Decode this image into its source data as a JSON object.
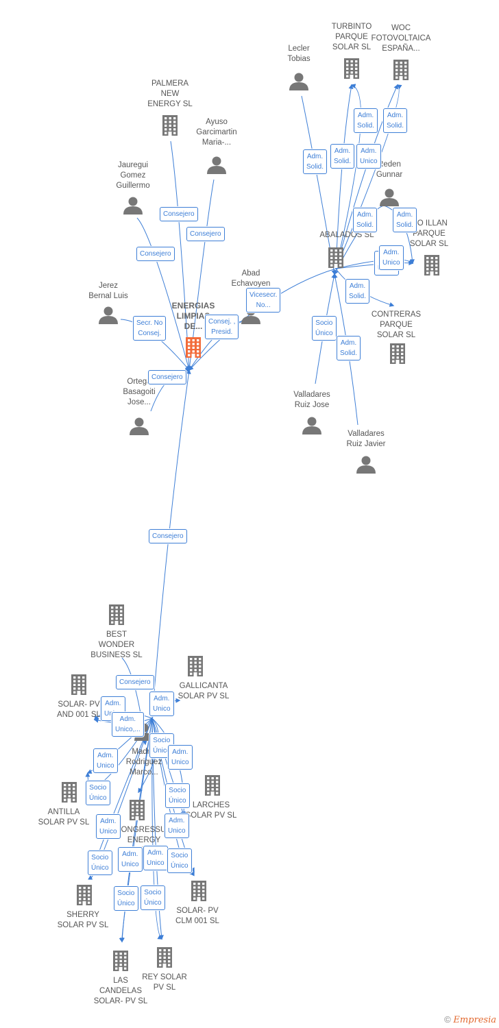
{
  "colors": {
    "edge": "#3d7ed6",
    "company": "#777777",
    "main_company": "#f26b3a",
    "person": "#777777"
  },
  "footer": {
    "copyright": "©",
    "brand": "Empresia"
  },
  "nodes": [
    {
      "id": "energias",
      "kind": "company",
      "main": true,
      "label": "ENERGIAS\nLIMPIAS\nDE..."
    },
    {
      "id": "palmera",
      "kind": "company",
      "label": "PALMERA\nNEW\nENERGY  SL"
    },
    {
      "id": "ayuso",
      "kind": "person",
      "label": "Ayuso\nGarcimartin\nMaria-..."
    },
    {
      "id": "jauregui",
      "kind": "person",
      "label": "Jauregui\nGomez\nGuillermo"
    },
    {
      "id": "jerez",
      "kind": "person",
      "label": "Jerez\nBernal Luis"
    },
    {
      "id": "abad",
      "kind": "person",
      "label": "Abad\nEchavoyen\nJ..."
    },
    {
      "id": "ortega",
      "kind": "person",
      "label": "Ortega\nBasagoiti\nJose..."
    },
    {
      "id": "lecler",
      "kind": "person",
      "label": "Lecler\nTobias"
    },
    {
      "id": "turbinto",
      "kind": "company",
      "label": "TURBINTO\nPARQUE\nSOLAR SL"
    },
    {
      "id": "woc",
      "kind": "company",
      "label": "WOC\nFOTOVOLTAICA\nESPAÑA..."
    },
    {
      "id": "reden",
      "kind": "person",
      "label": "Reden\nGunnar"
    },
    {
      "id": "abalados",
      "kind": "company",
      "label": "ABALADOS SL"
    },
    {
      "id": "illan",
      "kind": "company",
      "label": "...O ILLAN\nPARQUE\nSOLAR SL"
    },
    {
      "id": "contreras",
      "kind": "company",
      "label": "CONTRERAS\nPARQUE\nSOLAR SL"
    },
    {
      "id": "vjose",
      "kind": "person",
      "label": "Valladares\nRuiz Jose"
    },
    {
      "id": "vjavier",
      "kind": "person",
      "label": "Valladares\nRuiz Javier"
    },
    {
      "id": "best",
      "kind": "company",
      "label": "BEST\nWONDER\nBUSINESS SL"
    },
    {
      "id": "gallicanta",
      "kind": "company",
      "label": "GALLICANTA\nSOLAR PV  SL"
    },
    {
      "id": "solarand",
      "kind": "company",
      "label": "SOLAR- PV\nAND 001  SL"
    },
    {
      "id": "madrid",
      "kind": "person",
      "label": "Madrid\nRodriguez\nMarco..."
    },
    {
      "id": "antilla",
      "kind": "company",
      "label": "ANTILLA\nSOLAR PV  SL"
    },
    {
      "id": "congressum",
      "kind": "company",
      "label": "CONGRESSUM\nENERGY\nDEV..."
    },
    {
      "id": "larches",
      "kind": "company",
      "label": "LARCHES\nSOLAR PV  SL"
    },
    {
      "id": "sherry",
      "kind": "company",
      "label": "SHERRY\nSOLAR PV  SL"
    },
    {
      "id": "solarclm",
      "kind": "company",
      "label": "SOLAR- PV\nCLM 001  SL"
    },
    {
      "id": "candelas",
      "kind": "company",
      "label": "LAS\nCANDELAS\nSOLAR- PV  SL"
    },
    {
      "id": "rey",
      "kind": "company",
      "label": "REY SOLAR\nPV  SL"
    }
  ],
  "edges": [
    {
      "from": "palmera",
      "to": "energias",
      "label": "Consejero"
    },
    {
      "from": "ayuso",
      "to": "energias",
      "label": "Consejero"
    },
    {
      "from": "jauregui",
      "to": "energias",
      "label": "Consejero"
    },
    {
      "from": "jerez",
      "to": "energias",
      "label": "Secr.  No\nConsej."
    },
    {
      "from": "abad",
      "to": "energias",
      "label": "Consej. ,\nPresid."
    },
    {
      "from": "abalados",
      "to": "energias",
      "label": "Vicesecr.\nNo..."
    },
    {
      "from": "ortega",
      "to": "energias",
      "label": "Consejero"
    },
    {
      "from": "madrid",
      "to": "energias",
      "label": "Consejero"
    },
    {
      "from": "lecler",
      "to": "abalados",
      "label": "Adm.\nSolid."
    },
    {
      "from": "abalados",
      "to": "turbinto",
      "label": "Adm.\nSolid."
    },
    {
      "from": "abalados",
      "to": "turbinto",
      "label": "Adm.\nSolid."
    },
    {
      "from": "abalados",
      "to": "woc",
      "label": "Adm.\nUnico"
    },
    {
      "from": "abalados",
      "to": "woc",
      "label": "Adm.\nSolid."
    },
    {
      "from": "reden",
      "to": "abalados",
      "label": "Adm.\nSolid."
    },
    {
      "from": "reden",
      "to": "illan",
      "label": "Adm.\nSolid."
    },
    {
      "from": "abalados",
      "to": "illan",
      "label": "Adm.\nUnico"
    },
    {
      "from": "abalados",
      "to": "illan",
      "label": "Adm.\nUnico"
    },
    {
      "from": "abalados",
      "to": "contreras",
      "label": "Adm.\nSolid."
    },
    {
      "from": "vjose",
      "to": "abalados",
      "label": "Socio\nÚnico"
    },
    {
      "from": "vjavier",
      "to": "abalados",
      "label": "Adm.\nSolid."
    },
    {
      "from": "best",
      "to": "madrid",
      "label": "Consejero"
    },
    {
      "from": "madrid",
      "to": "gallicanta",
      "label": "Adm.\nUnico"
    },
    {
      "from": "madrid",
      "to": "solarand",
      "label": "Adm.\nUnico"
    },
    {
      "from": "madrid",
      "to": "solarand",
      "label": "Adm.\nUnico,..."
    },
    {
      "from": "madrid",
      "to": "antilla",
      "label": "Adm.\nUnico"
    },
    {
      "from": "madrid",
      "to": "congressum",
      "label": "Socio\nÚnico"
    },
    {
      "from": "madrid",
      "to": "larches",
      "label": "Adm.\nUnico"
    },
    {
      "from": "madrid",
      "to": "antilla",
      "label": "Socio\nÚnico"
    },
    {
      "from": "madrid",
      "to": "larches",
      "label": "Socio\nÚnico"
    },
    {
      "from": "madrid",
      "to": "sherry",
      "label": "Adm.\nUnico"
    },
    {
      "from": "madrid",
      "to": "solarclm",
      "label": "Adm.\nUnico"
    },
    {
      "from": "madrid",
      "to": "sherry",
      "label": "Socio\nÚnico"
    },
    {
      "from": "madrid",
      "to": "candelas",
      "label": "Adm.\nUnico"
    },
    {
      "from": "madrid",
      "to": "rey",
      "label": "Adm.\nUnico"
    },
    {
      "from": "madrid",
      "to": "solarclm",
      "label": "Socio\nÚnico"
    },
    {
      "from": "madrid",
      "to": "candelas",
      "label": "Socio\nÚnico"
    },
    {
      "from": "madrid",
      "to": "rey",
      "label": "Socio\nÚnico"
    }
  ]
}
